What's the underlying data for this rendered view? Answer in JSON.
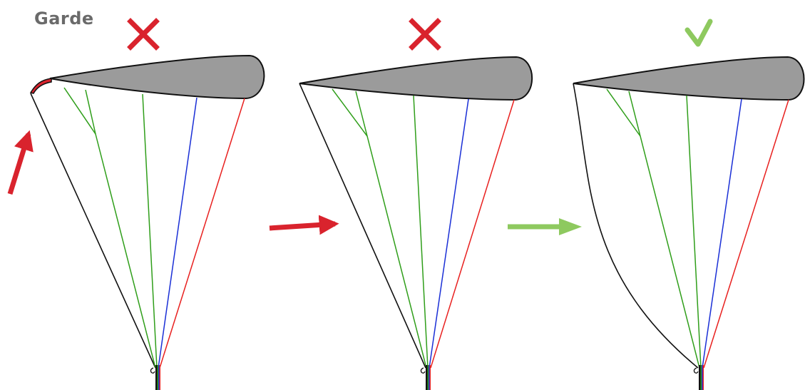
{
  "title": "Garde",
  "colors": {
    "wing_fill": "#9b9b9b",
    "outline": "#111111",
    "line_green": "#2f9e1a",
    "line_blue": "#1a2fd6",
    "line_red": "#e8201f",
    "wrong_mark": "#d9232d",
    "ok_mark": "#8ec95f",
    "arrow_wrong": "#d9232d",
    "arrow_ok": "#8ec95f"
  },
  "panels": [
    {
      "mark": "wrong-mark",
      "state": "front-collapse"
    },
    {
      "mark": "wrong-mark",
      "state": "leading-edge-straight"
    },
    {
      "mark": "ok-mark",
      "state": "leading-edge-curved"
    }
  ],
  "arrows": [
    {
      "color": "arrow_wrong",
      "direction": "up-right"
    },
    {
      "color": "arrow_wrong",
      "direction": "right"
    },
    {
      "color": "arrow_ok",
      "direction": "right"
    }
  ]
}
